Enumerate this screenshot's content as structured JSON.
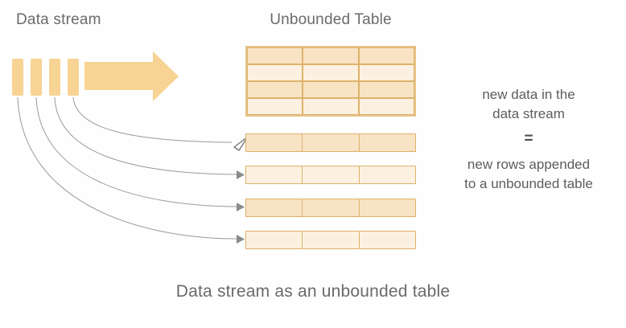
{
  "diagram": {
    "stream_label": "Data stream",
    "table_label": "Unbounded Table",
    "caption": "Data stream as an unbounded table",
    "annotation": {
      "top_line1": "new data in the",
      "top_line2": "data stream",
      "equals": "=",
      "bottom_line1": "new rows appended",
      "bottom_line2": "to a unbounded table"
    },
    "unbounded_table": {
      "rows": 4,
      "columns": 3
    },
    "appended_rows_count": 4,
    "stream_segments_count": 4
  },
  "colors": {
    "stream_fill": "#f7d394",
    "table_border": "#ddb26a",
    "table_border_soft": "#e7c388",
    "row_fill_dark": "#f9e3c5",
    "row_fill_light": "#fcf1e1",
    "connector": "#9a9a9a",
    "text": "#666666"
  }
}
